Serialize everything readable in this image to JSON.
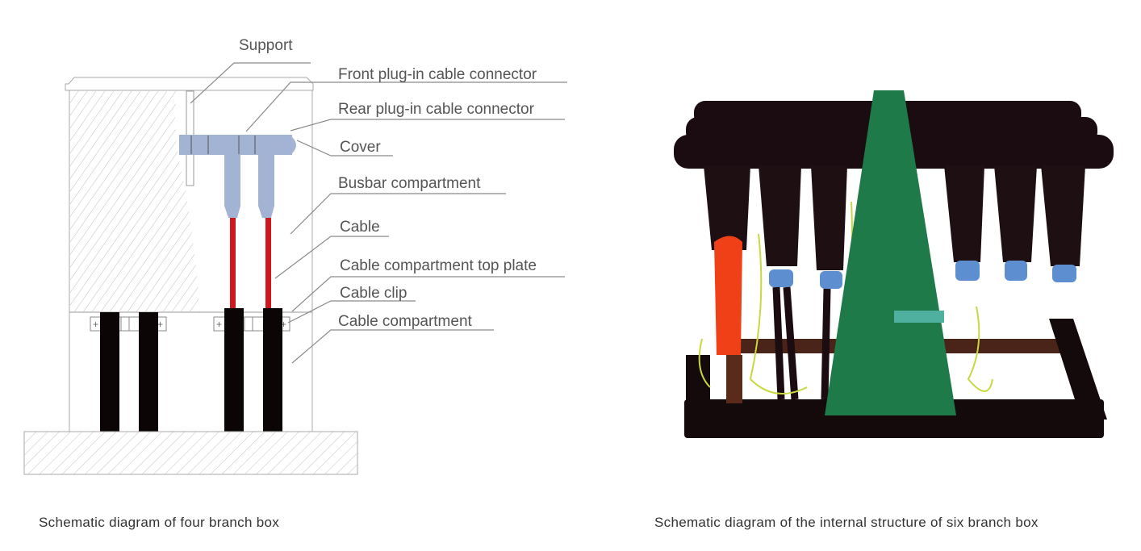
{
  "left_diagram": {
    "caption": "Schematic diagram of four branch box",
    "labels": {
      "support": "Support",
      "front_connector": "Front plug-in cable connector",
      "rear_connector": "Rear plug-in cable connector",
      "cover": "Cover",
      "busbar_compartment": "Busbar compartment",
      "cable": "Cable",
      "top_plate": "Cable compartment top plate",
      "cable_clip": "Cable clip",
      "cable_compartment": "Cable compartment"
    },
    "colors": {
      "connector": "#a3b3d3",
      "cable": "#d0161e",
      "cable_sheath": "#0b0505",
      "line": "#9a9a9a"
    }
  },
  "right_photo": {
    "caption": "Schematic diagram of the internal structure of six branch box",
    "colors": {
      "busbar": "#1a0c10",
      "panel": "#1e7a48",
      "tips": "#5d8fd0",
      "arrester": "#f04018",
      "frame": "#140a0c"
    }
  }
}
